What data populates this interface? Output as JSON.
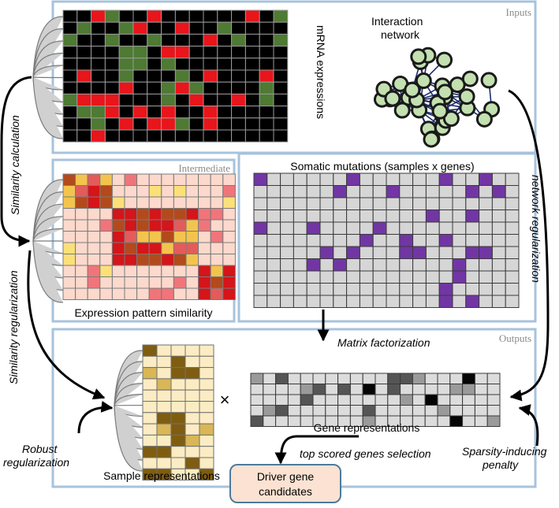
{
  "sections": {
    "inputs": "Inputs",
    "intermediate": "Intermediate",
    "outputs": "Outputs"
  },
  "labels": {
    "mrna": "mRNA expressions",
    "interaction_network": [
      "Interaction",
      "network"
    ],
    "somatic": "Somatic mutations (samples x genes)",
    "expression_similarity": "Expression pattern similarity",
    "sample_representations": "Sample representations",
    "gene_representations": "Gene representations",
    "times": "×",
    "driver": [
      "Driver gene",
      "candidates"
    ]
  },
  "edges": {
    "similarity_calculation": "Similarity calculation",
    "similarity_regularization": "Similarity regularization",
    "network_regularization": "network regularization",
    "matrix_factorization": "Matrix factorization",
    "robust_regularization": [
      "Robust",
      "regularization"
    ],
    "top_scored": "top scored genes selection",
    "sparsity": [
      "Sparsity-inducing",
      "penalty"
    ]
  },
  "colors": {
    "box_border": "#a7c3dc",
    "mrna_red": "#e8151b",
    "mrna_green": "#4e7a33",
    "mutation": "#7136a4",
    "node_fill": "#c3e0b0",
    "edge": "#1c2d6b",
    "driver_fill": "#fbe2d2",
    "driver_border": "#4d7b9c"
  },
  "icons": [
    "sample-bracket-icon",
    "network-node-icon"
  ]
}
